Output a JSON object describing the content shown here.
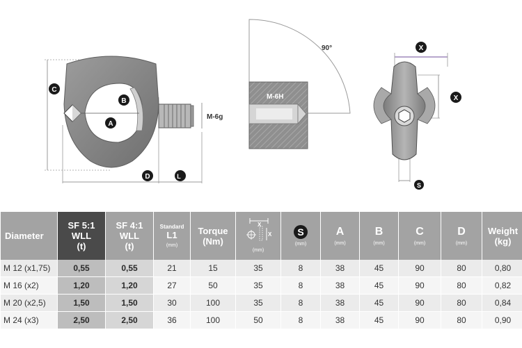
{
  "drawing": {
    "labels": {
      "c": "C",
      "b": "B",
      "a": "A",
      "d": "D",
      "l1": "L",
      "thread_m6g": "M-6g",
      "angle": "90°",
      "thread_m6h": "M-6H",
      "x_top": "X",
      "x_side": "X",
      "s": "S"
    },
    "colors": {
      "part_fill": "#8c8c8c",
      "part_light": "#c4c4c4",
      "dim_line": "#9a9a9a",
      "badge": "#1a1a1a",
      "accent_violet": "#6e4c9a"
    }
  },
  "table": {
    "headers": {
      "diameter": "Diameter",
      "sf51_line1": "SF 5:1",
      "sf51_line2": "WLL",
      "sf51_line3": "(t)",
      "sf41_line1": "SF 4:1",
      "sf41_line2": "WLL",
      "sf41_line3": "(t)",
      "standard": "Standard",
      "l1": "L1",
      "l1_unit": "(mm)",
      "torque_line1": "Torque",
      "torque_line2": "(Nm)",
      "x_unit": "(mm)",
      "x_label": "X",
      "s_badge": "S",
      "s_unit": "(mm)",
      "a": "A",
      "a_unit": "(mm)",
      "b": "B",
      "b_unit": "(mm)",
      "c": "C",
      "c_unit": "(mm)",
      "d": "D",
      "d_unit": "(mm)",
      "weight_line1": "Weight",
      "weight_line2": "(kg)"
    },
    "rows": [
      {
        "diameter": "M 12 (x1,75)",
        "sf51": "0,55",
        "sf41": "0,55",
        "l1": "21",
        "torque": "15",
        "x": "35",
        "s": "8",
        "a": "38",
        "b": "45",
        "c": "90",
        "d": "80",
        "weight": "0,80"
      },
      {
        "diameter": "M 16 (x2)",
        "sf51": "1,20",
        "sf41": "1,20",
        "l1": "27",
        "torque": "50",
        "x": "35",
        "s": "8",
        "a": "38",
        "b": "45",
        "c": "90",
        "d": "80",
        "weight": "0,82"
      },
      {
        "diameter": "M 20 (x2,5)",
        "sf51": "1,50",
        "sf41": "1,50",
        "l1": "30",
        "torque": "100",
        "x": "35",
        "s": "8",
        "a": "38",
        "b": "45",
        "c": "90",
        "d": "80",
        "weight": "0,84"
      },
      {
        "diameter": "M 24 (x3)",
        "sf51": "2,50",
        "sf41": "2,50",
        "l1": "36",
        "torque": "100",
        "x": "50",
        "s": "8",
        "a": "38",
        "b": "45",
        "c": "90",
        "d": "80",
        "weight": "0,90"
      }
    ]
  }
}
